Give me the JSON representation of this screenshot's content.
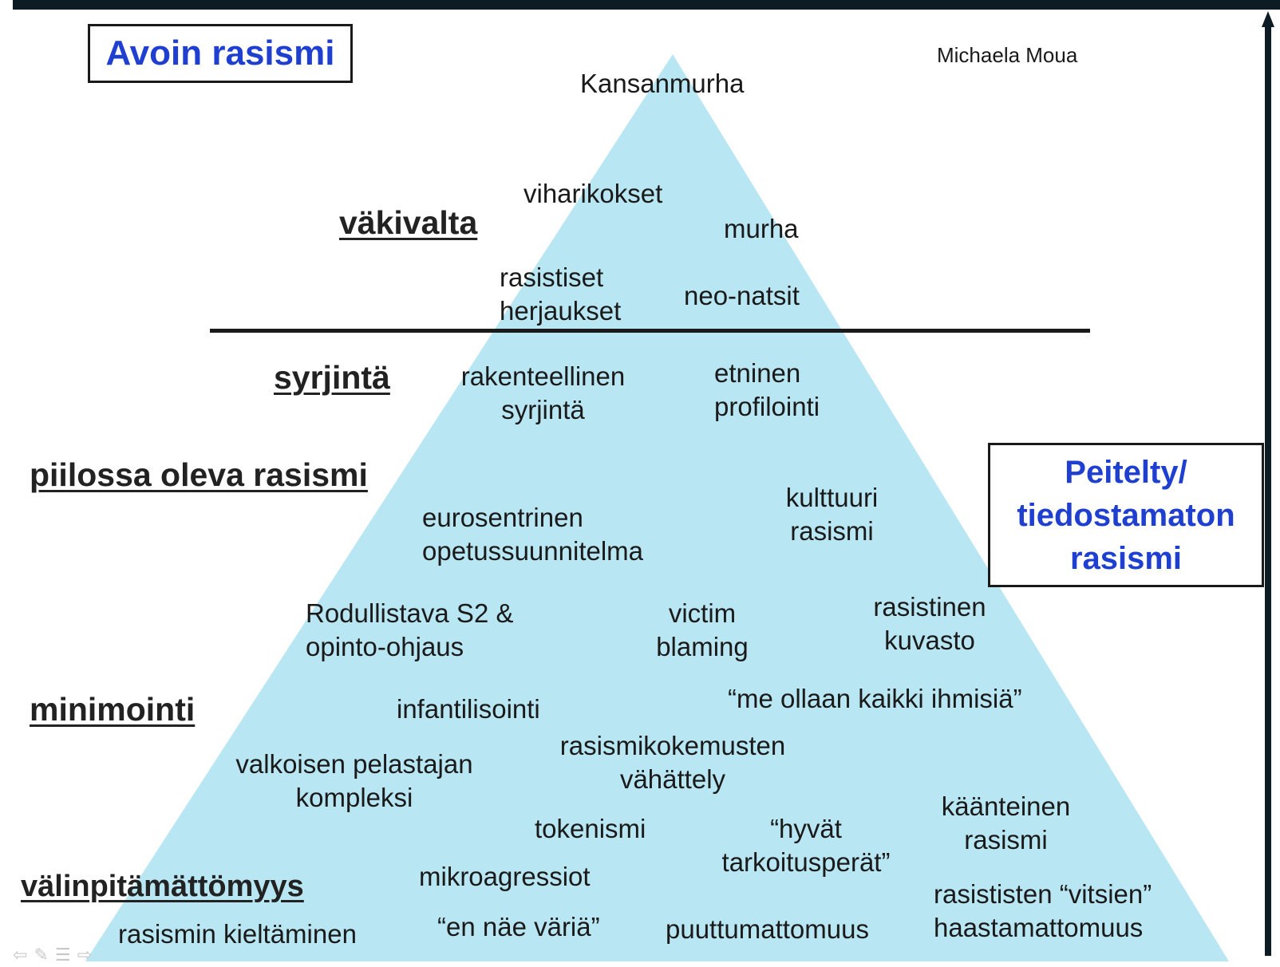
{
  "author": "Michaela Moua",
  "box_overt": "Avoin rasismi",
  "box_covert_lines": [
    "Peitelty/",
    "tiedostamaton",
    "rasismi"
  ],
  "levels": {
    "violence": "väkivalta",
    "discrimination": "syrjintä",
    "hidden": "piilossa oleva rasismi",
    "minimizing": "minimointi",
    "indifference": "välinpitämättömyys"
  },
  "items": {
    "genocide": "Kansanmurha",
    "hate_crimes": "viharikokset",
    "murder": "murha",
    "racist_taunts": [
      "rasistiset",
      "herjaukset"
    ],
    "neo_nazis": "neo-natsit",
    "structural": [
      "rakenteellinen",
      "syrjintä"
    ],
    "ethnic_profiling": [
      "etninen",
      "profilointi"
    ],
    "eurocentric": [
      "eurosentrinen",
      "opetussuunnitelma"
    ],
    "cultural": [
      "kulttuuri",
      "rasismi"
    ],
    "racializing": [
      "Rodullistava S2 &",
      "opinto-ohjaus"
    ],
    "victim_blaming": [
      "victim",
      "blaming"
    ],
    "racist_imagery": [
      "rasistinen",
      "kuvasto"
    ],
    "we_are_all_human": "“me ollaan kaikki ihmisiä”",
    "infantilization": "infantilisointi",
    "white_savior": [
      "valkoisen pelastajan",
      "kompleksi"
    ],
    "belittling": [
      "rasismikokemusten",
      "vähättely"
    ],
    "reverse_racism": [
      "käänteinen",
      "rasismi"
    ],
    "tokenism": "tokenismi",
    "good_intentions": [
      "“hyvät",
      "tarkoitusperät”"
    ],
    "microaggressions": "mikroagressiot",
    "racist_jokes": [
      "rasististen “vitsien”",
      "haastamattomuus"
    ],
    "denial": "rasismin kieltäminen",
    "colorblind": "“en näe väriä”",
    "non_intervention": "puuttumattomuus"
  },
  "colors": {
    "pyramid": "#b8e6f2",
    "box_text": "#1f3fd0",
    "frame": "#0d1b24"
  },
  "icons": [
    "back-arrow-icon",
    "pen-icon",
    "menu-icon",
    "forward-arrow-icon"
  ]
}
